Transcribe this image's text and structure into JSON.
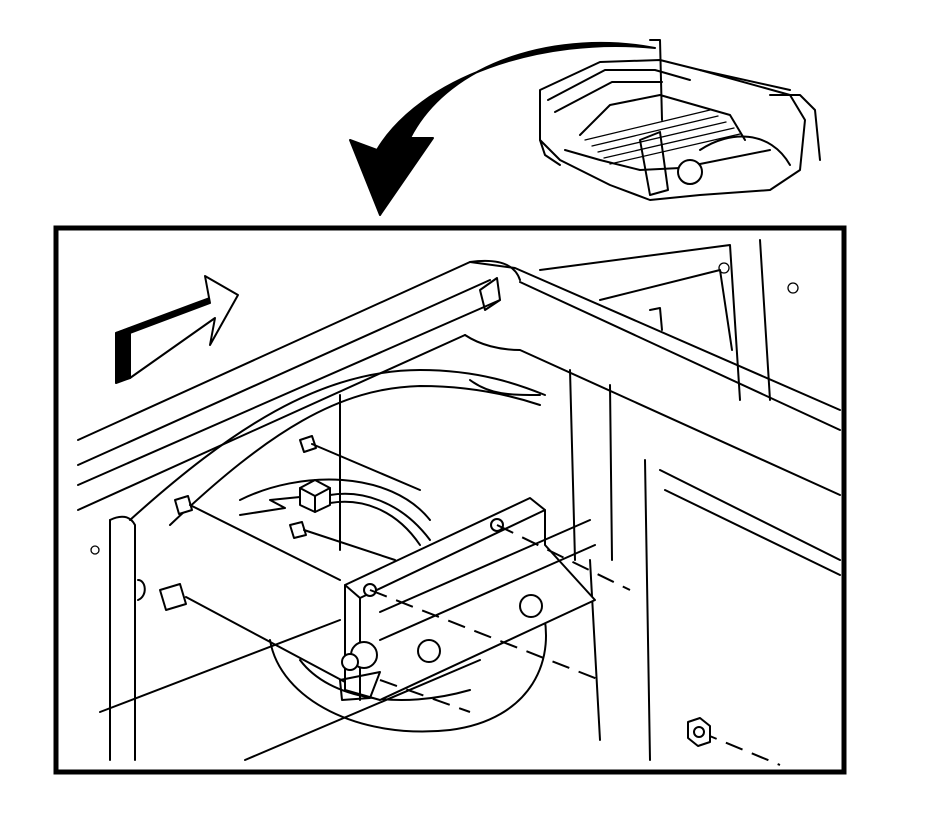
{
  "figure": {
    "kind": "service-manual-line-illustration",
    "colors": {
      "line": "#000000",
      "background": "#ffffff"
    },
    "parts": [
      {
        "name": "truck-bed-locator-view",
        "icon": "truck-bed-icon"
      },
      {
        "name": "callout-arrow",
        "icon": "curved-arrow-icon"
      },
      {
        "name": "vehicle-front-arrow",
        "icon": "direction-arrow-icon"
      },
      {
        "name": "bracket",
        "icon": "bracket-icon"
      },
      {
        "name": "studs",
        "icon": "stud-icon"
      },
      {
        "name": "electrical-connector",
        "icon": "connector-icon"
      },
      {
        "name": "nut",
        "icon": "nut-icon"
      }
    ]
  }
}
